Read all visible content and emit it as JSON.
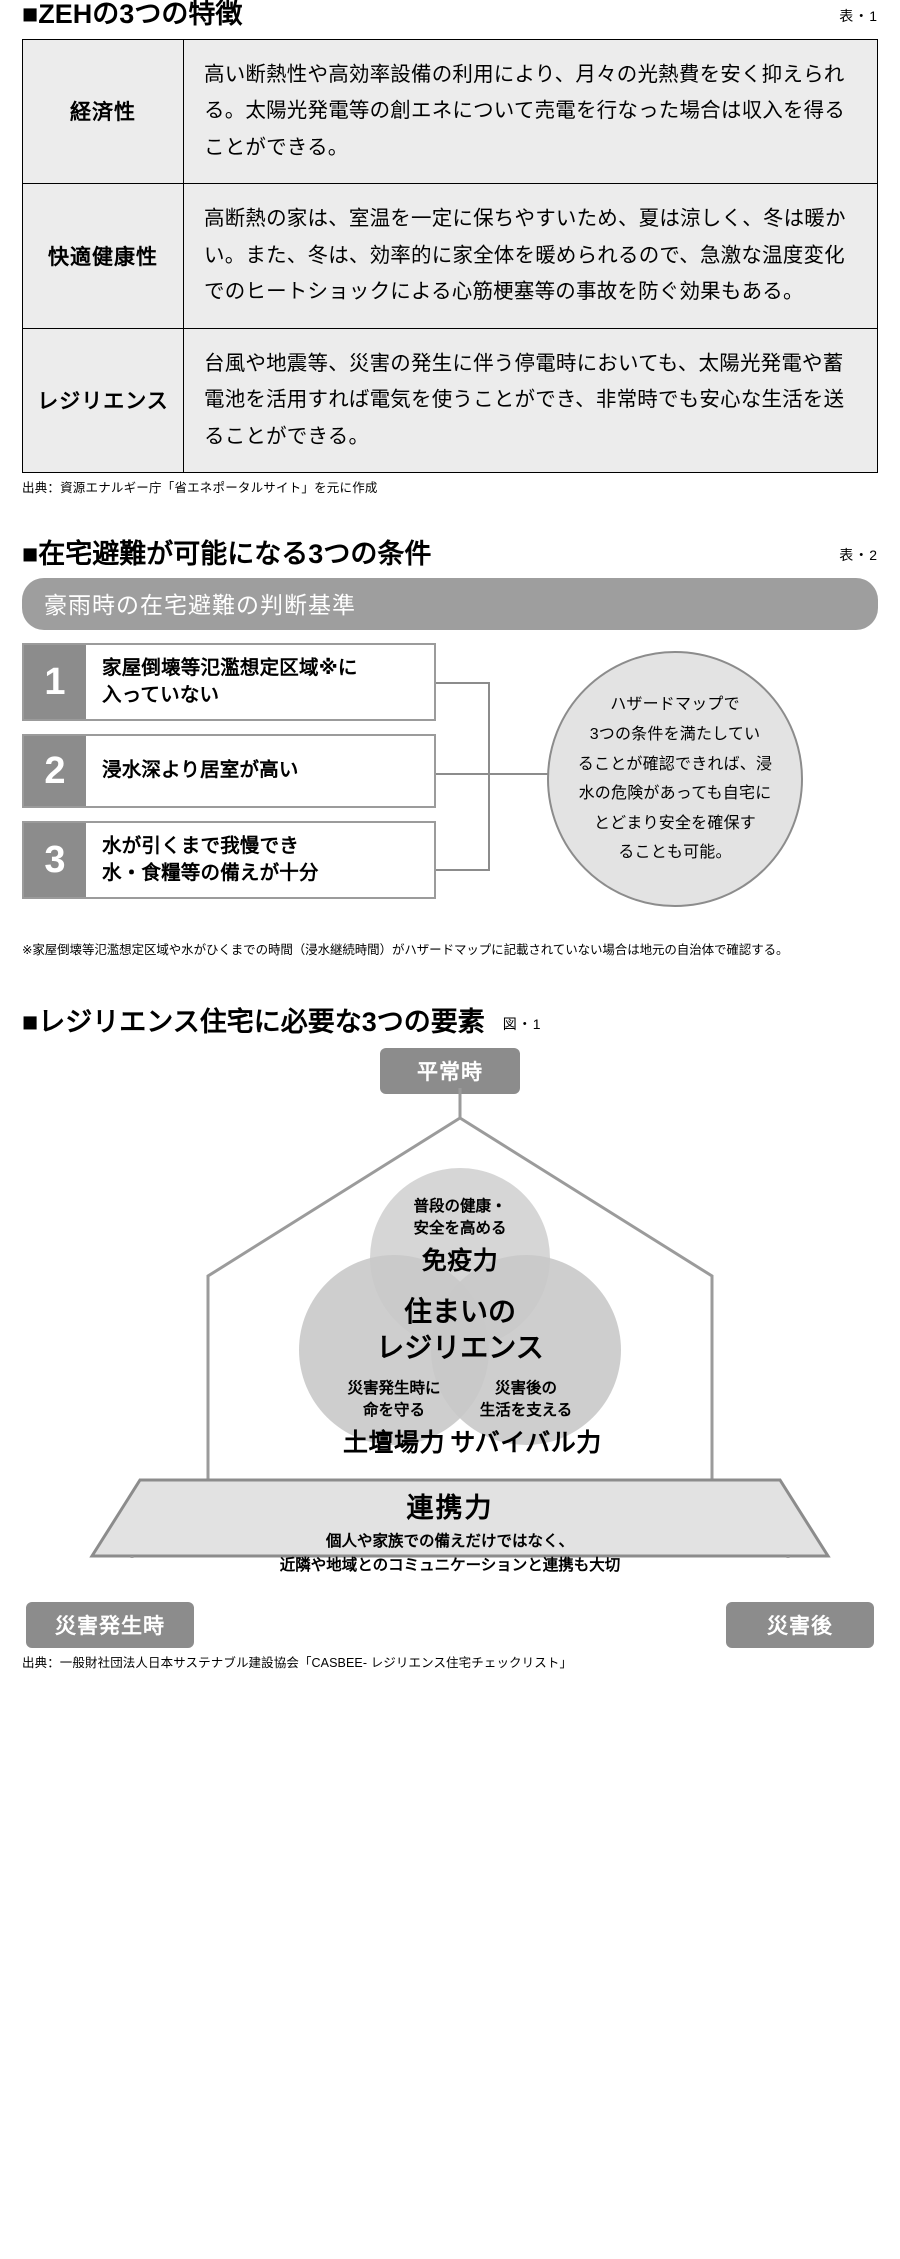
{
  "section1": {
    "heading": "■ZEHの3つの特徴",
    "fignum": "表・1",
    "rows": [
      {
        "label": "経済性",
        "body": "高い断熱性や高効率設備の利用により、月々の光熱費を安く抑えられる。太陽光発電等の創エネについて売電を行なった場合は収入を得ることができる。"
      },
      {
        "label": "快適健康性",
        "body": "高断熱の家は、室温を一定に保ちやすいため、夏は涼しく、冬は暖かい。また、冬は、効率的に家全体を暖められるので、急激な温度変化でのヒートショックによる心筋梗塞等の事故を防ぐ効果もある。"
      },
      {
        "label": "レジリエンス",
        "body": "台風や地震等、災害の発生に伴う停電時においても、太陽光発電や蓄電池を活用すれば電気を使うことができ、非常時でも安心な生活を送ることができる。"
      }
    ],
    "source": "出典：資源エナルギー庁「省エネポータルサイト」を元に作成"
  },
  "section2": {
    "heading": "■在宅避難が可能になる3つの条件",
    "fignum": "表・2",
    "band": "豪雨時の在宅避難の判断基準",
    "conditions": [
      {
        "num": "1",
        "text": "家屋倒壊等氾濫想定区域※に\n入っていない",
        "marker": "※"
      },
      {
        "num": "2",
        "text": "浸水深より居室が高い",
        "marker": ""
      },
      {
        "num": "3",
        "text": "水が引くまで我慢でき\n水・食糧等の備えが十分",
        "marker": ""
      }
    ],
    "bubble": "ハザードマップで\n3つの条件を満たしてい\nることが確認できれば、浸\n水の危険があっても自宅に\nとどまり安全を確保す\nることも可能。",
    "footnote": "※家屋倒壊等氾濫想定区域や水がひくまでの時間（浸水継続時間）がハザードマップに記載されていない場合は地元の自治体で確認する。"
  },
  "section3": {
    "heading": "■レジリエンス住宅に必要な3つの要素",
    "fignum": "図・1",
    "tag_top": "平常時",
    "tag_bottom_left": "災害発生時",
    "tag_bottom_right": "災害後",
    "center_label": "住まいの\nレジリエンス",
    "circles": [
      {
        "sub": "普段の健康・\n安全を高める",
        "title": "免疫力"
      },
      {
        "sub": "災害発生時に\n命を守る",
        "title": "土壇場力"
      },
      {
        "sub": "災害後の\n生活を支える",
        "title": "サバイバル力"
      }
    ],
    "base_title": "連携力",
    "base_body": "個人や家族での備えだけではなく、\n近隣や地域とのコミュニケーションと連携も大切",
    "source": "出典：一般財社団法人日本サステナブル建設協会「CASBEE- レジリエンス住宅チェックリスト」",
    "colors": {
      "gray": "#8c8c8c",
      "circle": "#d0d0d0",
      "base": "#e0e0e0"
    }
  }
}
